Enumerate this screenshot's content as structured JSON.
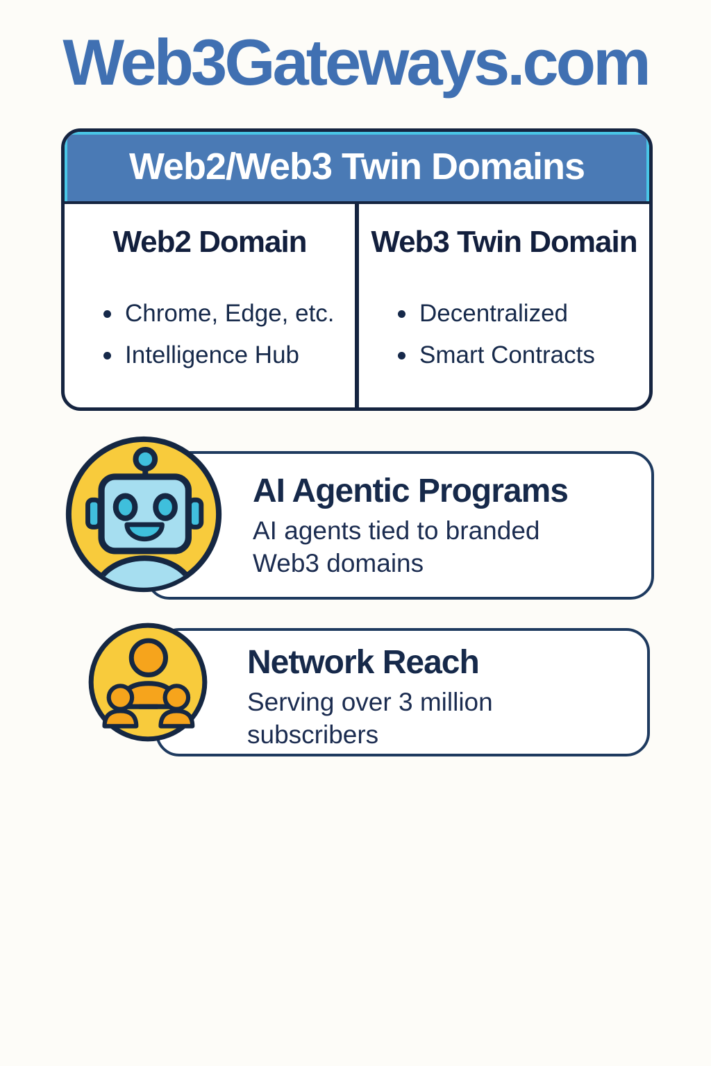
{
  "page": {
    "title": "Web3Gateways.com"
  },
  "table": {
    "header": "Web2/Web3 Twin Domains",
    "columns": [
      {
        "title": "Web2 Domain",
        "bullets": [
          "Chrome, Edge, etc.",
          "Intelligence Hub"
        ]
      },
      {
        "title": "Web3 Twin Domain",
        "bullets": [
          "Decentralized",
          "Smart Contracts"
        ]
      }
    ]
  },
  "cards": [
    {
      "icon": "robot-icon",
      "title": "AI Agentic Programs",
      "description": "AI agents tied to branded Web3 domains"
    },
    {
      "icon": "people-network-icon",
      "title": "Network Reach",
      "description": "Serving over 3 million subscribers"
    }
  ],
  "colors": {
    "title_blue": "#4070B2",
    "header_band_blue": "#4A7AB5",
    "cyan_accent": "#49C6E6",
    "navy_text": "#16294A",
    "table_border_navy": "#152440",
    "card_border_navy": "#1E3A5F",
    "icon_circle_yellow": "#F8CB3C",
    "robot_face_blue": "#A6DEF0",
    "robot_feature_cyan": "#3FBFDC",
    "people_orange": "#F6A41C",
    "header_text": "#FFFFFF",
    "background": "#FDFCF8"
  }
}
